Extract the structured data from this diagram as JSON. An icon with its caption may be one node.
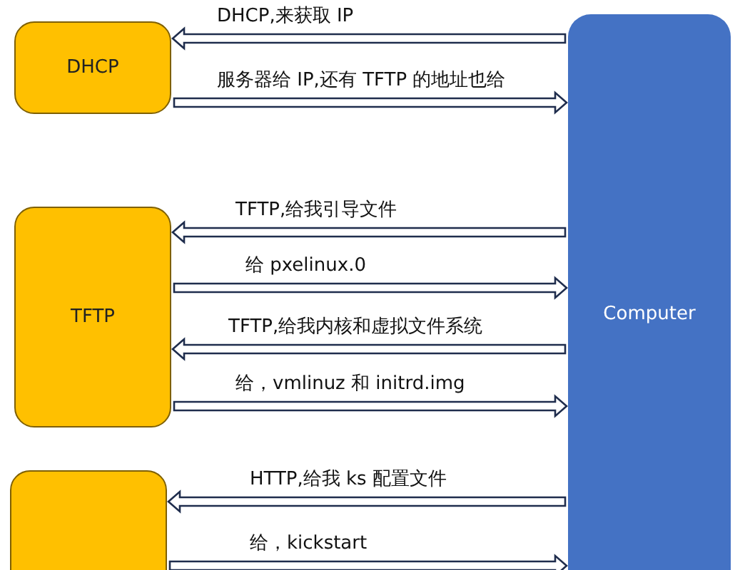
{
  "diagram": {
    "nodes": [
      {
        "text": [
          "DHCP"
        ]
      },
      {
        "text": [
          "TFTP"
        ]
      },
      {
        "text": [],
        "shape": "box"
      },
      {
        "text": [
          "Computer"
        ]
      }
    ],
    "edges": [
      {
        "from": 3,
        "to": 0,
        "arrow": "to",
        "label": "DHCP,来获取 IP"
      },
      {
        "from": 0,
        "to": 3,
        "arrow": "to",
        "label": "服务器给 IP,还有 TFTP 的地址也给"
      },
      {
        "from": 3,
        "to": 1,
        "arrow": "to",
        "label": "TFTP,给我引导文件"
      },
      {
        "from": 1,
        "to": 3,
        "arrow": "to",
        "label": "给 pxelinux.0"
      },
      {
        "from": 3,
        "to": 1,
        "arrow": "to",
        "label": "TFTP,给我内核和虚拟文件系统"
      },
      {
        "from": 1,
        "to": 3,
        "arrow": "to",
        "label": "给，vmlinuz 和 initrd.img"
      },
      {
        "from": 3,
        "to": 2,
        "arrow": "to",
        "label": "HTTP,给我 ks 配置文件"
      },
      {
        "from": 2,
        "to": 3,
        "arrow": "to",
        "label": "给，kickstart"
      }
    ]
  }
}
